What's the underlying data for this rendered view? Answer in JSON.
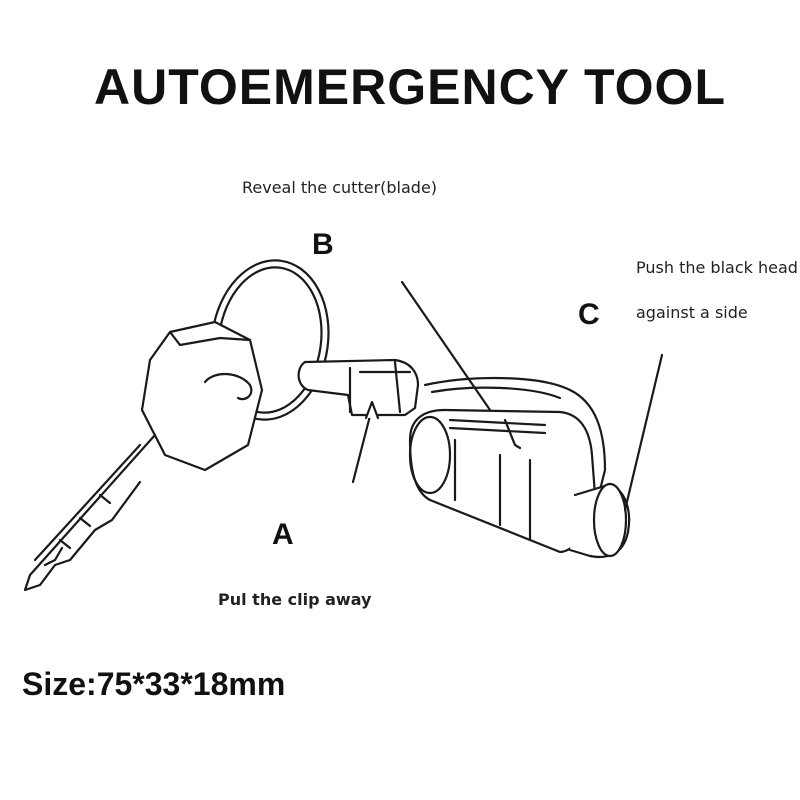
{
  "title": "AUTOEMERGENCY TOOL",
  "labels": {
    "a": {
      "letter": "A",
      "text": "Pul the clip away"
    },
    "b": {
      "letter": "B",
      "text": "Reveal the cutter(blade)"
    },
    "c": {
      "letter": "C",
      "line1": "Push the black head",
      "line2": "against a side"
    }
  },
  "size": "Size:75*33*18mm"
}
